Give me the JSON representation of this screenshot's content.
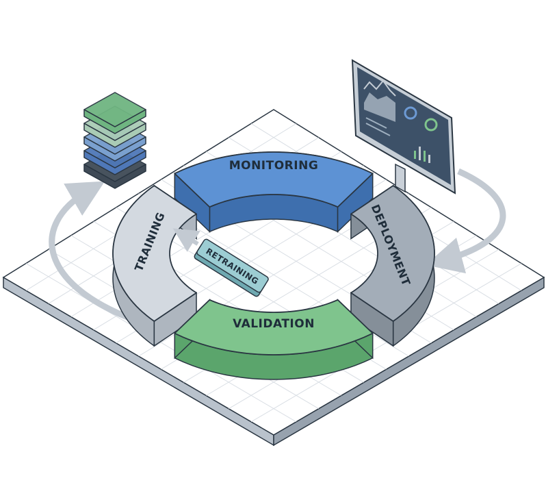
{
  "stages": [
    {
      "label": "MONITORING",
      "top": "#5d92d4",
      "side": "#3e6fae"
    },
    {
      "label": "DEPLOYMENT",
      "top": "#a3adb8",
      "side": "#858f99"
    },
    {
      "label": "VALIDATION",
      "top": "#7fc48d",
      "side": "#5ba56c"
    },
    {
      "label": "TRAINING",
      "top": "#d3d9e0",
      "side": "#aeb6bf"
    }
  ],
  "retraining": {
    "label": "RETRAINING",
    "top": "#9ccdd3",
    "side": "#6fa9b1"
  },
  "icons": {
    "data_store": "database-stack-icon",
    "dashboard": "monitor-dashboard-icon"
  },
  "colors": {
    "outline": "#2a3642",
    "grid": "#d9dee4",
    "arrow": "#c3cad2"
  }
}
